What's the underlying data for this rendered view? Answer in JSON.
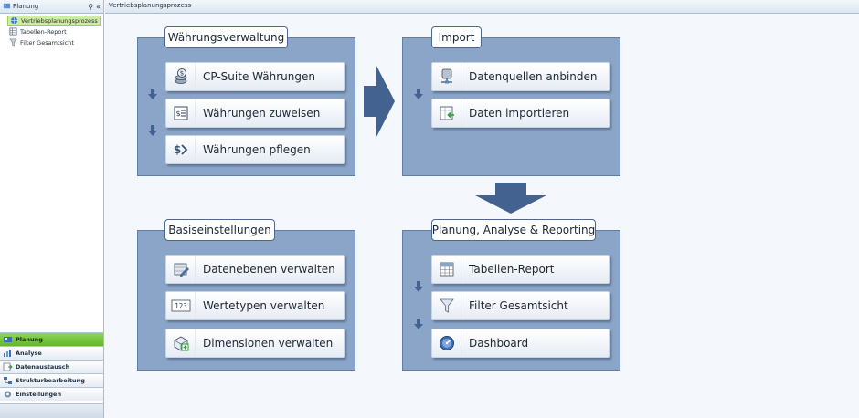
{
  "sidebar": {
    "header_title": "Planung",
    "pin_glyph": "⚲",
    "collapse_glyph": "«",
    "tree": [
      {
        "label": "Vertriebsplanungsprozess",
        "icon": "process-globe-icon",
        "selected": true
      },
      {
        "label": "Tabellen-Report",
        "icon": "table-icon",
        "selected": false
      },
      {
        "label": "Filter Gesamtsicht",
        "icon": "filter-icon",
        "selected": false
      }
    ],
    "sections": [
      {
        "label": "Planung",
        "icon": "planning-icon",
        "active": true
      },
      {
        "label": "Analyse",
        "icon": "analysis-icon",
        "active": false
      },
      {
        "label": "Datenaustausch",
        "icon": "data-exchange-icon",
        "active": false
      },
      {
        "label": "Strukturbearbeitung",
        "icon": "structure-icon",
        "active": false
      },
      {
        "label": "Einstellungen",
        "icon": "settings-icon",
        "active": false
      }
    ]
  },
  "main": {
    "tab_title": "Vertriebsplanungsprozess",
    "groups": {
      "waehrung": {
        "title": "Währungsverwaltung",
        "items": [
          {
            "label": "CP-Suite Währungen",
            "icon": "currency-coins-icon"
          },
          {
            "label": "Währungen zuweisen",
            "icon": "currency-assign-icon"
          },
          {
            "label": "Währungen pflegen",
            "icon": "currency-exchange-icon"
          }
        ]
      },
      "import": {
        "title": "Import",
        "items": [
          {
            "label": "Datenquellen anbinden",
            "icon": "datasource-icon"
          },
          {
            "label": "Daten importieren",
            "icon": "data-import-icon"
          }
        ]
      },
      "basis": {
        "title": "Basiseinstellungen",
        "items": [
          {
            "label": "Datenebenen verwalten",
            "icon": "data-levels-icon"
          },
          {
            "label": "Wertetypen verwalten",
            "icon": "value-types-icon"
          },
          {
            "label": "Dimensionen verwalten",
            "icon": "dimensions-icon"
          }
        ]
      },
      "planung": {
        "title": "Planung, Analyse & Reporting",
        "items": [
          {
            "label": "Tabellen-Report",
            "icon": "table-report-icon"
          },
          {
            "label": "Filter Gesamtsicht",
            "icon": "filter-icon"
          },
          {
            "label": "Dashboard",
            "icon": "dashboard-icon"
          }
        ]
      }
    }
  },
  "colors": {
    "group_fill": "#8ba5c9",
    "arrow": "#44628f",
    "active_section": "#6cc031",
    "selected_tree": "#cfe9a6"
  }
}
